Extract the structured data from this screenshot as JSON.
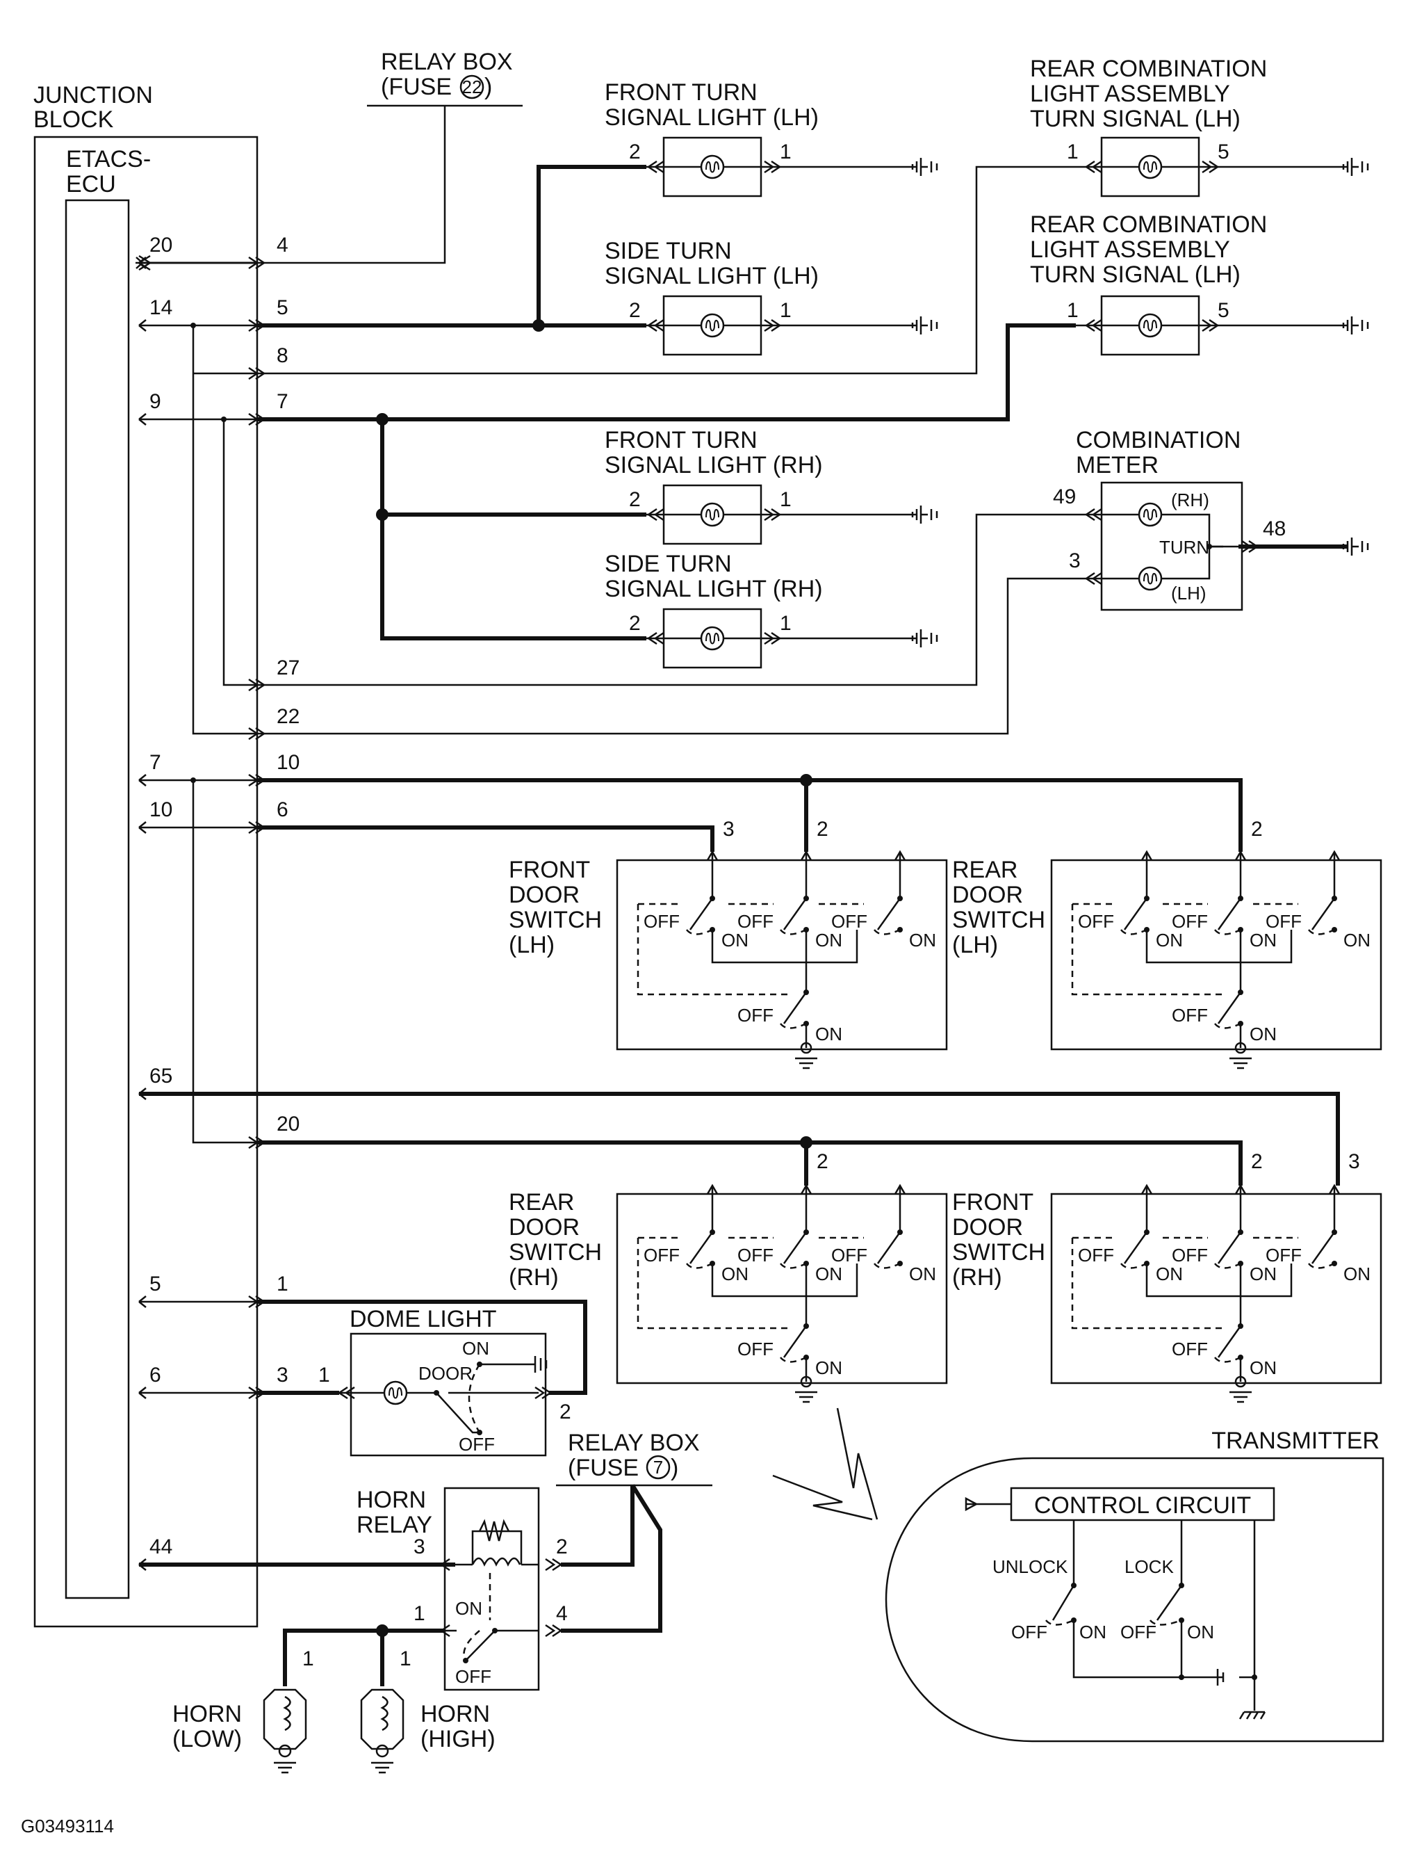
{
  "labels": {
    "junction_block": [
      "JUNCTION",
      "BLOCK"
    ],
    "etacs_ecu": [
      "ETACS-",
      "ECU"
    ],
    "relay_box_fuse22": [
      "RELAY BOX",
      "(FUSE",
      "22",
      ")"
    ],
    "relay_box_fuse7": [
      "RELAY BOX",
      "(FUSE",
      "7",
      ")"
    ],
    "front_turn_lh": [
      "FRONT TURN",
      "SIGNAL LIGHT (LH)"
    ],
    "side_turn_lh": [
      "SIDE TURN",
      "SIGNAL LIGHT (LH)"
    ],
    "front_turn_rh": [
      "FRONT TURN",
      "SIGNAL LIGHT (RH)"
    ],
    "side_turn_rh": [
      "SIDE TURN",
      "SIGNAL LIGHT (RH)"
    ],
    "rear_combo_1": [
      "REAR COMBINATION",
      "LIGHT ASSEMBLY",
      "TURN SIGNAL (LH)"
    ],
    "rear_combo_2": [
      "REAR COMBINATION",
      "LIGHT ASSEMBLY",
      "TURN SIGNAL (LH)"
    ],
    "combination_meter": [
      "COMBINATION",
      "METER"
    ],
    "meter_rh": "(RH)",
    "meter_lh": "(LH)",
    "meter_turn": "TURN",
    "front_door_lh": [
      "FRONT",
      "DOOR",
      "SWITCH",
      "(LH)"
    ],
    "rear_door_lh": [
      "REAR",
      "DOOR",
      "SWITCH",
      "(LH)"
    ],
    "rear_door_rh": [
      "REAR",
      "DOOR",
      "SWITCH",
      "(RH)"
    ],
    "front_door_rh": [
      "FRONT",
      "DOOR",
      "SWITCH",
      "(RH)"
    ],
    "dome_light": "DOME LIGHT",
    "door": "DOOR",
    "on": "ON",
    "off": "OFF",
    "horn_relay": [
      "HORN",
      "RELAY"
    ],
    "horn_low": [
      "HORN",
      "(LOW)"
    ],
    "horn_high": [
      "HORN",
      "(HIGH)"
    ],
    "transmitter": "TRANSMITTER",
    "control_circuit": "CONTROL CIRCUIT",
    "unlock": "UNLOCK",
    "lock": "LOCK",
    "figure_id": "G03493114"
  },
  "pins": {
    "ecu_20": "20",
    "ecu_14": "14",
    "ecu_9": "9",
    "ecu_7": "7",
    "ecu_10": "10",
    "ecu_65": "65",
    "ecu_5": "5",
    "ecu_6": "6",
    "ecu_44": "44",
    "jb_4": "4",
    "jb_5": "5",
    "jb_8": "8",
    "jb_7": "7",
    "jb_27": "27",
    "jb_22": "22",
    "jb_10": "10",
    "jb_6": "6",
    "jb_20": "20",
    "jb_1": "1",
    "jb_3": "3",
    "ftl_2": "2",
    "ftl_1": "1",
    "stl_2": "2",
    "stl_1": "1",
    "ftr_2": "2",
    "ftr_1": "1",
    "str_2": "2",
    "str_1": "1",
    "rc1_1": "1",
    "rc1_5": "5",
    "rc2_1": "1",
    "rc2_5": "5",
    "cm_49": "49",
    "cm_3": "3",
    "cm_48": "48",
    "fdl_3": "3",
    "fdl_2": "2",
    "rdl_2": "2",
    "rdr_2": "2",
    "fdr_2": "2",
    "fdr_3": "3",
    "dome_1": "1",
    "dome_2": "2",
    "hr_3": "3",
    "hr_2": "2",
    "hr_1": "1",
    "hr_4": "4",
    "horn_low_1": "1",
    "horn_high_1": "1"
  }
}
